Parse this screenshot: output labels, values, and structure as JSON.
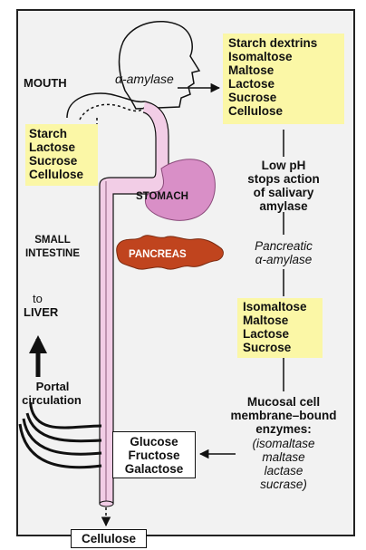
{
  "labels": {
    "mouth": "MOUTH",
    "alpha_amylase": "α-amylase",
    "stomach": "STOMACH",
    "small_intestine_line1": "SMALL",
    "small_intestine_line2": "INTESTINE",
    "pancreas": "PANCREAS",
    "to": "to",
    "liver": "LIVER",
    "portal_line1": "Portal",
    "portal_line2": "circulation"
  },
  "mouth_box": [
    "Starch dextrins",
    "Isomaltose",
    "Maltose",
    "Lactose",
    "Sucrose",
    "Cellulose"
  ],
  "input_box": [
    "Starch",
    "Lactose",
    "Sucrose",
    "Cellulose"
  ],
  "low_ph": [
    "Low pH",
    "stops action",
    "of salivary",
    "amylase"
  ],
  "pancreatic": [
    "Pancreatic",
    "α-amylase"
  ],
  "pancreatic_box": [
    "Isomaltose",
    "Maltose",
    "Lactose",
    "Sucrose"
  ],
  "mucosal": [
    "Mucosal cell",
    "membrane–bound",
    "enzymes:"
  ],
  "mucosal_enzymes": [
    "(isomaltase",
    "maltase",
    "lactase",
    "sucrase)"
  ],
  "products_box": [
    "Glucose",
    "Fructose",
    "Galactose"
  ],
  "cellulose_out": "Cellulose",
  "colors": {
    "yellow_box": "#fbf7a6",
    "tract": "#f2cde6",
    "stomach": "#d98fc7",
    "pancreas": "#c0441e"
  }
}
